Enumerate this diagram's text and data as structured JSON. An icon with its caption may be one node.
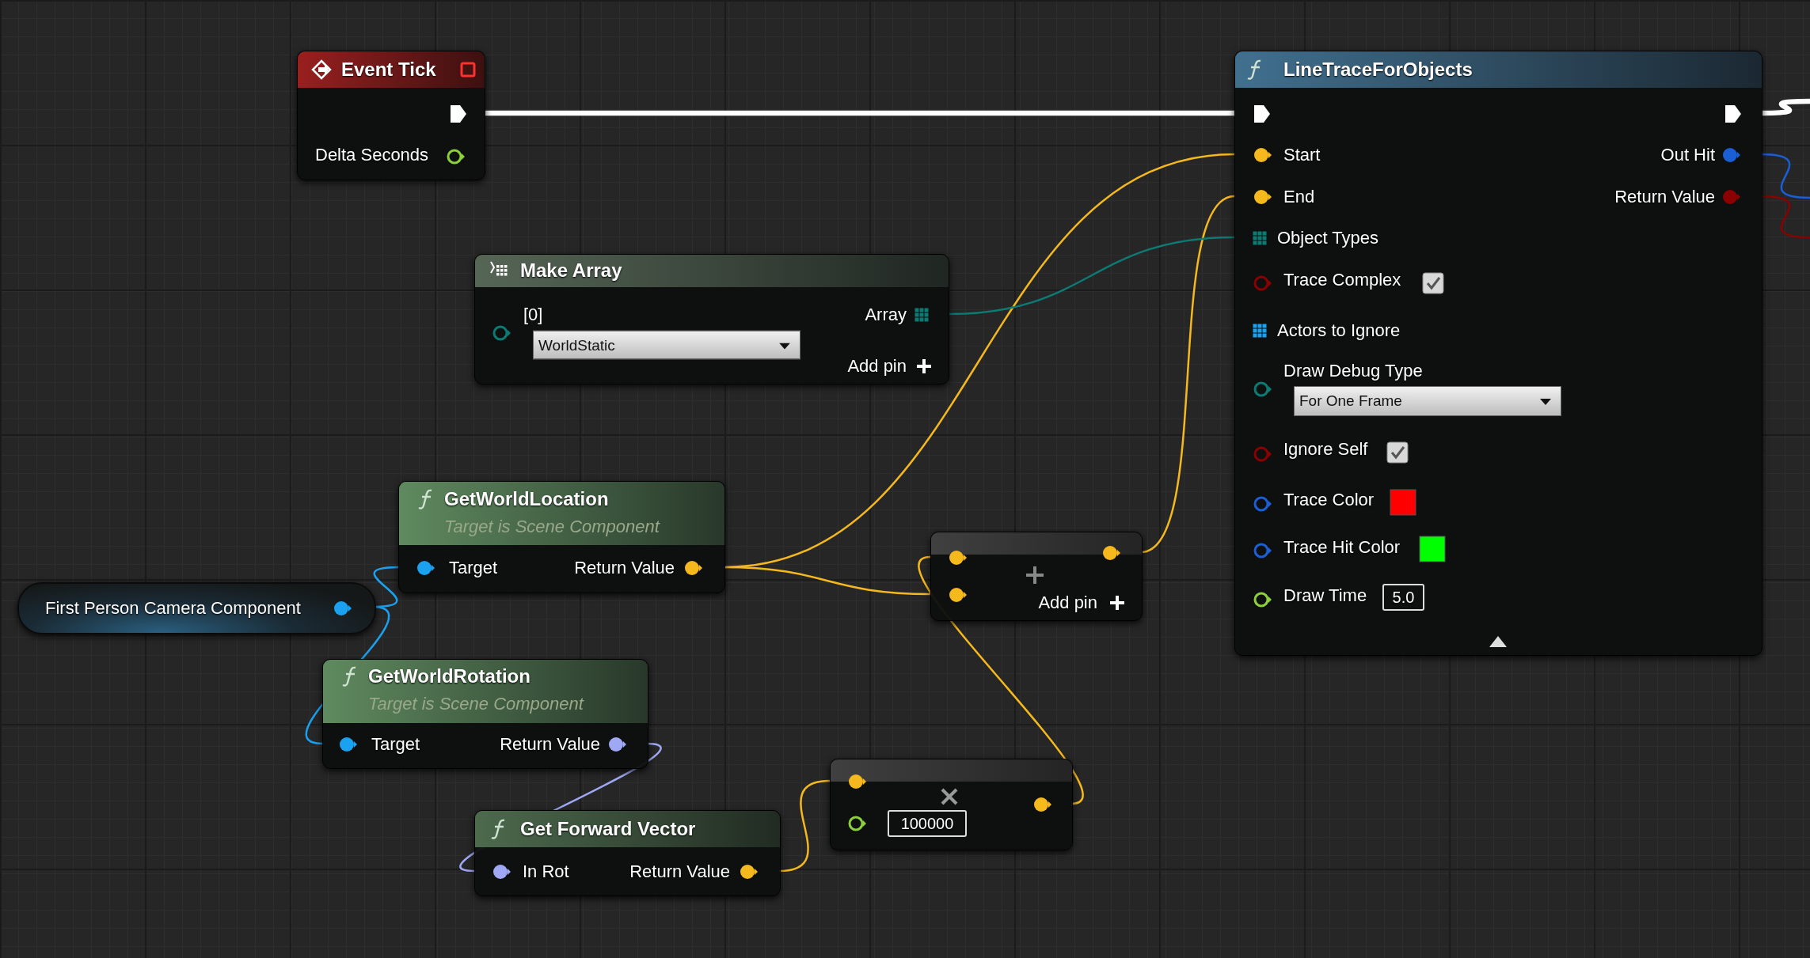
{
  "diagram": {
    "nodes": [
      {
        "text": [
          "Event Tick",
          "Delta Seconds"
        ]
      },
      {
        "text": [
          "LineTraceForObjects",
          "Start",
          "End",
          "Object Types",
          "Trace Complex",
          "Actors to Ignore",
          "Draw Debug Type",
          "For One Frame",
          "Ignore Self",
          "Trace Color",
          "Trace Hit Color",
          "Draw Time",
          "5.0",
          "Out Hit",
          "Return Value"
        ]
      },
      {
        "text": [
          "Make Array",
          "[0]",
          "WorldStatic",
          "Array",
          "Add pin"
        ]
      },
      {
        "text": [
          "GetWorldLocation",
          "Target is Scene Component",
          "Target",
          "Return Value"
        ]
      },
      {
        "text": [
          "First Person Camera Component"
        ]
      },
      {
        "text": [
          "Add pin"
        ]
      },
      {
        "text": [
          "GetWorldRotation",
          "Target is Scene Component",
          "Target",
          "Return Value"
        ]
      },
      {
        "text": [
          "100000"
        ]
      },
      {
        "text": [
          "Get Forward Vector",
          "In Rot",
          "Return Value"
        ]
      }
    ],
    "edges": [
      {
        "from": 0,
        "to": 1,
        "arrow": "none",
        "style": "thick",
        "color": "#ffffff"
      },
      {
        "from": 3,
        "to": 1,
        "arrow": "none"
      },
      {
        "from": 5,
        "to": 1,
        "arrow": "none"
      },
      {
        "from": 2,
        "to": 1,
        "arrow": "none",
        "color": "#0b7b74"
      },
      {
        "from": 4,
        "to": 3,
        "arrow": "none",
        "color": "#1aa2f0"
      },
      {
        "from": 4,
        "to": 6,
        "arrow": "none",
        "color": "#1aa2f0"
      },
      {
        "from": 3,
        "to": 5,
        "arrow": "none"
      },
      {
        "from": 6,
        "to": 8,
        "arrow": "none",
        "color": "#9fa8f5"
      },
      {
        "from": 8,
        "to": 7,
        "arrow": "none"
      },
      {
        "from": 7,
        "to": 5,
        "arrow": "none"
      },
      {
        "from": 1,
        "to": null,
        "arrow": "none",
        "style": "thick",
        "color": "#ffffff"
      },
      {
        "from": 1,
        "to": null,
        "arrow": "none",
        "color": "#1a5fd6"
      },
      {
        "from": 1,
        "to": null,
        "arrow": "none",
        "color": "#8b0000"
      }
    ]
  }
}
